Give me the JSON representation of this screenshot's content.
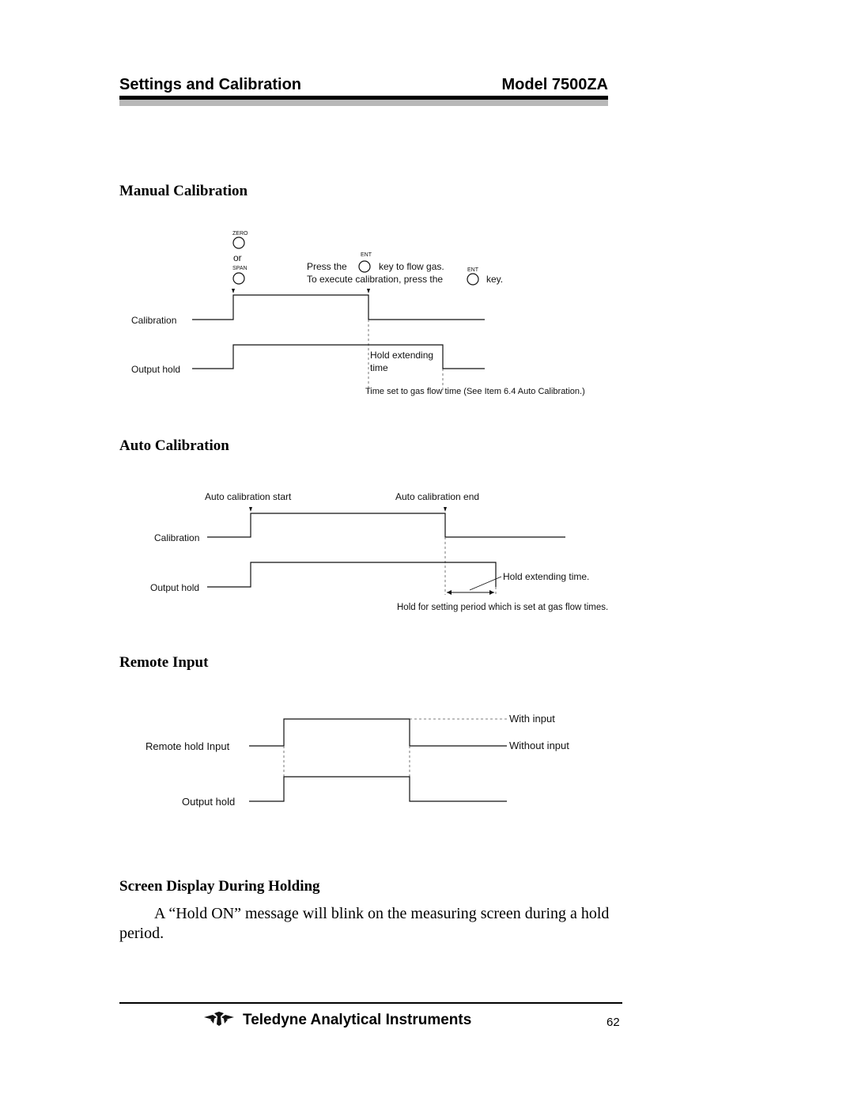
{
  "header": {
    "section": "Settings and Calibration",
    "model": "Model 7500ZA"
  },
  "manual_calibration": {
    "title": "Manual Calibration",
    "zero_label": "ZERO",
    "or_label": "or",
    "span_label": "SPAN",
    "ent_label_1": "ENT",
    "ent_label_2": "ENT",
    "press_the": "Press the",
    "key_to_flow_gas": "key to flow gas.",
    "to_execute": "To execute calibration, press the",
    "key": "key.",
    "calibration_label": "Calibration",
    "output_hold_label": "Output hold",
    "hold_extending_line1": "Hold extending",
    "hold_extending_line2": "time",
    "time_set_note": "Time set to gas flow time (See Item 6.4 Auto Calibration.)"
  },
  "auto_calibration": {
    "title": "Auto Calibration",
    "start_label": "Auto calibration start",
    "end_label": "Auto calibration end",
    "calibration_label": "Calibration",
    "output_hold_label": "Output hold",
    "hold_extending": "Hold extending time.",
    "hold_for_setting": "Hold for setting period which is set at gas flow times."
  },
  "remote_input": {
    "title": "Remote Input",
    "with_input": "With input",
    "without_input": "Without input",
    "remote_hold_label": "Remote hold Input",
    "output_hold_label": "Output hold"
  },
  "screen_display": {
    "title": "Screen Display During Holding",
    "body": "A “Hold ON” message will blink on the measuring screen during a hold period."
  },
  "footer": {
    "company": "Teledyne Analytical Instruments",
    "page": "62"
  }
}
